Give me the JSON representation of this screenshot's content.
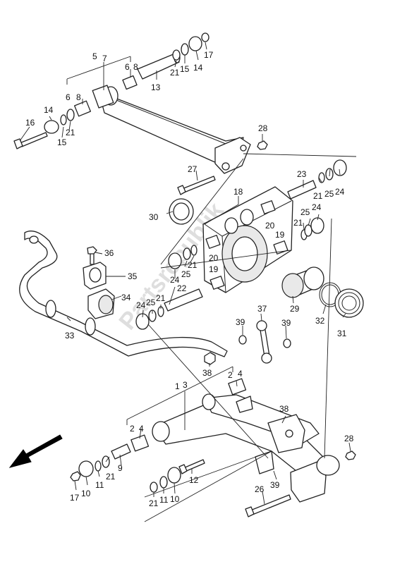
{
  "watermark": "Partsrepublik",
  "labels": {
    "l1": "1",
    "l2a": "2",
    "l2b": "2",
    "l3": "3",
    "l4a": "4",
    "l4b": "4",
    "l5": "5",
    "l6a": "6",
    "l6b": "6",
    "l7": "7",
    "l8a": "8",
    "l8b": "8",
    "l9": "9",
    "l10a": "10",
    "l10b": "10",
    "l11a": "11",
    "l11b": "11",
    "l12": "12",
    "l13": "13",
    "l14a": "14",
    "l14b": "14",
    "l15a": "15",
    "l15b": "15",
    "l16": "16",
    "l17a": "17",
    "l17b": "17",
    "l18": "18",
    "l19a": "19",
    "l19b": "19",
    "l20a": "20",
    "l20b": "20",
    "l21a": "21",
    "l21b": "21",
    "l21c": "21",
    "l21d": "21",
    "l21e": "21",
    "l21f": "21",
    "l21g": "21",
    "l21h": "21",
    "l22": "22",
    "l23": "23",
    "l24a": "24",
    "l24b": "24",
    "l24c": "24",
    "l24d": "24",
    "l25a": "25",
    "l25b": "25",
    "l25c": "25",
    "l25d": "25",
    "l26": "26",
    "l27": "27",
    "l28a": "28",
    "l28b": "28",
    "l29": "29",
    "l30": "30",
    "l31": "31",
    "l32": "32",
    "l33": "33",
    "l34": "34",
    "l35": "35",
    "l36": "36",
    "l37": "37",
    "l38a": "38",
    "l38b": "38",
    "l39a": "39",
    "l39b": "39",
    "l39c": "39"
  }
}
